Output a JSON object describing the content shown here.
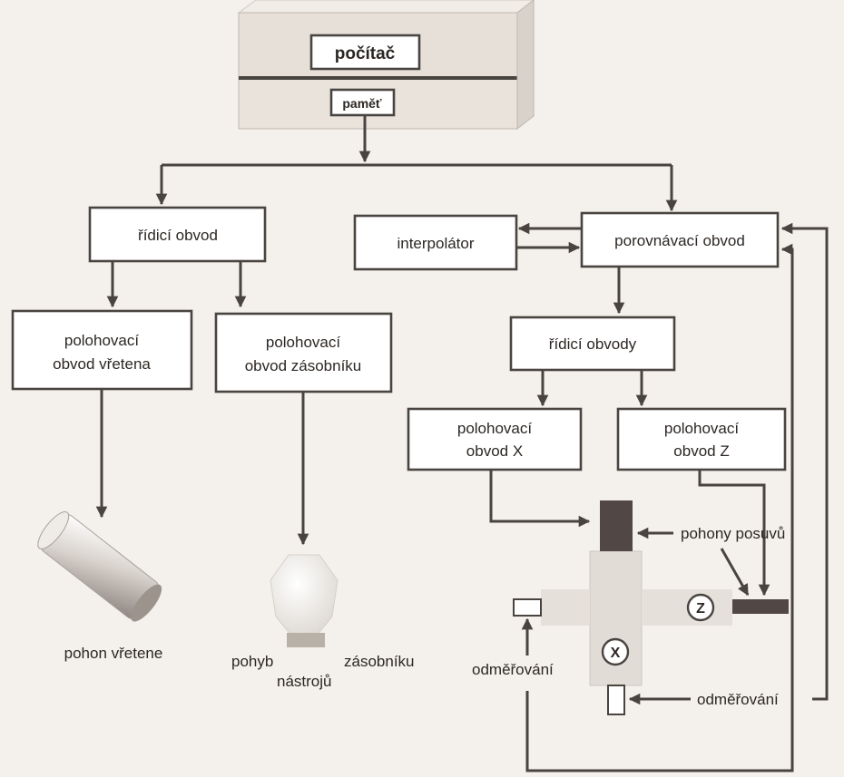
{
  "nodes": {
    "computer": "počítač",
    "memory": "paměť",
    "control_circuit": "řídicí obvod",
    "interpolator": "interpolátor",
    "comparator": "porovnávací obvod",
    "control_circuits": "řídicí obvody",
    "spindle_positioning": [
      "polohovací",
      "obvod vřetena"
    ],
    "magazine_positioning": [
      "polohovací",
      "obvod zásobníku"
    ],
    "x_positioning": [
      "polohovací",
      "obvod X"
    ],
    "z_positioning": [
      "polohovací",
      "obvod Z"
    ]
  },
  "labels": {
    "spindle_drive": "pohon vřetene",
    "tool_motion": "pohyb",
    "magazine": "zásobníku",
    "tools": "nástrojů",
    "feed_drives": "pohony posuvů",
    "measuring_left": "odměřování",
    "measuring_right": "odměřování",
    "axis_x": "X",
    "axis_z": "Z"
  }
}
